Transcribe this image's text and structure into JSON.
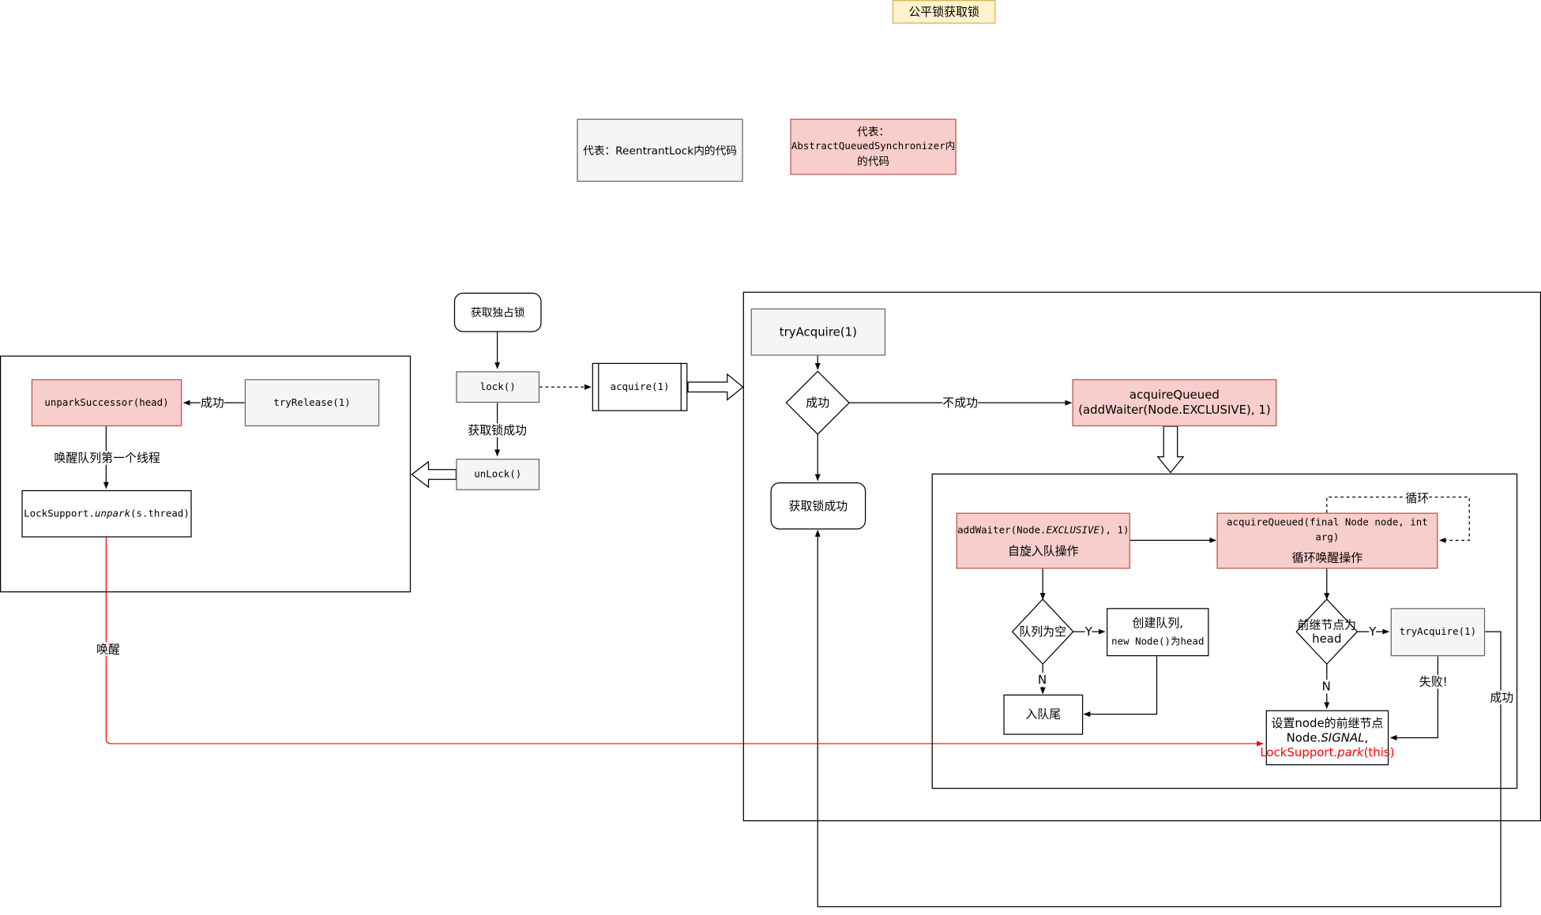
{
  "title": "公平锁获取锁",
  "legend": {
    "reentrant": "代表：ReentrantLock内的代码",
    "aqs_line1": "代表：",
    "aqs_line2": "AbstractQueuedSynchronizer内",
    "aqs_line3": "的代码"
  },
  "left": {
    "get_lock": "获取独占锁",
    "lock": "lock()",
    "lock_success": "获取锁成功",
    "unlock": "unLock()",
    "acquire": "acquire(1)",
    "try_release": "tryRelease(1)",
    "success": "成功",
    "unpark_successor": "unparkSuccessor(head)",
    "wake_first": "唤醒队列第一个线程",
    "lock_support_prefix": "LockSupport.",
    "lock_support_method": "unpark",
    "lock_support_args": "(s.thread)",
    "wake": "唤醒"
  },
  "right": {
    "try_acquire": "tryAcquire(1)",
    "success_diamond": "成功",
    "not_success": "不成功",
    "acquire_queued_l1": "acquireQueued",
    "acquire_queued_l2": "(addWaiter(Node.EXCLUSIVE), 1)",
    "got_lock": "获取锁成功",
    "success_edge": "成功"
  },
  "inner": {
    "add_waiter_prefix": "addWaiter(Node.",
    "add_waiter_italic": "EXCLUSIVE",
    "add_waiter_suffix": "), 1)",
    "spin_enqueue": "自旋入队操作",
    "acquire_queued_sig": "acquireQueued(final Node node, int arg)",
    "loop_wake": "循环唤醒操作",
    "loop": "循环",
    "queue_empty": "队列为空",
    "y1": "Y",
    "create_queue_l1": "创建队列,",
    "create_queue_l2": "new Node()为head",
    "n1": "N",
    "enqueue_tail": "入队尾",
    "pred_head_l1": "前继节点为",
    "pred_head_l2": "head",
    "y2": "Y",
    "try_acquire_inner": "tryAcquire(1)",
    "fail": "失败!",
    "n2": "N",
    "set_node_l1": "设置node的前继节点",
    "set_node_l2_prefix": "Node.",
    "set_node_l2_italic": "SIGNAL",
    "set_node_l2_suffix": ",",
    "set_node_l3_prefix": "LockSupport.",
    "set_node_l3_italic": "park",
    "set_node_l3_suffix": "(this)"
  },
  "colors": {
    "gray_fill": "#f5f5f5",
    "pink_fill": "#f8cecc",
    "pink_stroke": "#b85450",
    "yellow_fill": "#fff2cc",
    "yellow_stroke": "#d6b656",
    "wake_line": "#ff0000"
  }
}
